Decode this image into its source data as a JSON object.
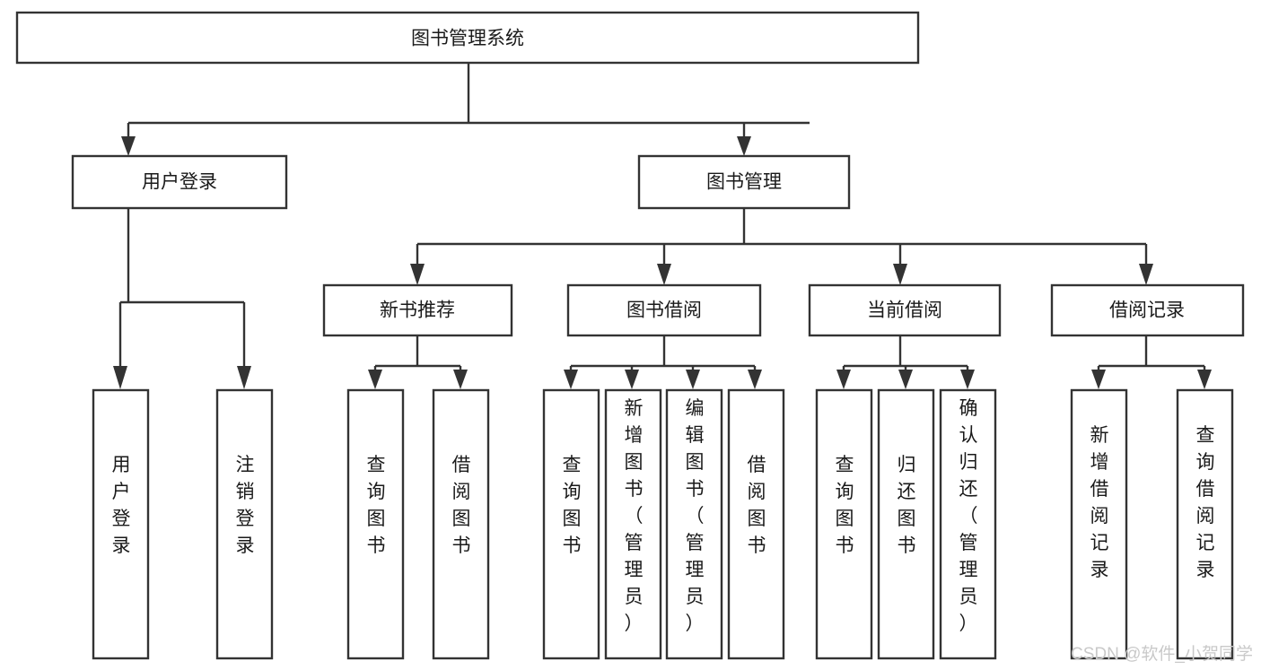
{
  "diagram": {
    "title": "图书管理系统",
    "type": "tree-hierarchy-chart",
    "root": {
      "id": "root",
      "label": "图书管理系统"
    },
    "level2": [
      {
        "id": "user-login",
        "label": "用户登录"
      },
      {
        "id": "book-manage",
        "label": "图书管理"
      }
    ],
    "level3": [
      {
        "id": "new-book-rec",
        "label": "新书推荐",
        "parent": "book-manage"
      },
      {
        "id": "book-borrow",
        "label": "图书借阅",
        "parent": "book-manage"
      },
      {
        "id": "current-borrow",
        "label": "当前借阅",
        "parent": "book-manage"
      },
      {
        "id": "borrow-record",
        "label": "借阅记录",
        "parent": "book-manage"
      }
    ],
    "leaves": [
      {
        "id": "leaf-user-login",
        "label": "用户登录",
        "parent": "user-login"
      },
      {
        "id": "leaf-user-logout",
        "label": "注销登录",
        "parent": "user-login"
      },
      {
        "id": "leaf-query-book-1",
        "label": "查询图书",
        "parent": "new-book-rec"
      },
      {
        "id": "leaf-borrow-book-1",
        "label": "借阅图书",
        "parent": "new-book-rec"
      },
      {
        "id": "leaf-query-book-2",
        "label": "查询图书",
        "parent": "book-borrow"
      },
      {
        "id": "leaf-add-book",
        "label": "新增图书（管理员）",
        "parent": "book-borrow"
      },
      {
        "id": "leaf-edit-book",
        "label": "编辑图书（管理员）",
        "parent": "book-borrow"
      },
      {
        "id": "leaf-borrow-book-2",
        "label": "借阅图书",
        "parent": "book-borrow"
      },
      {
        "id": "leaf-query-book-3",
        "label": "查询图书",
        "parent": "current-borrow"
      },
      {
        "id": "leaf-return-book",
        "label": "归还图书",
        "parent": "current-borrow"
      },
      {
        "id": "leaf-confirm-return",
        "label": "确认归还（管理员）",
        "parent": "current-borrow"
      },
      {
        "id": "leaf-add-record",
        "label": "新增借阅记录",
        "parent": "borrow-record"
      },
      {
        "id": "leaf-query-record",
        "label": "查询借阅记录",
        "parent": "borrow-record"
      }
    ]
  },
  "watermark": {
    "text": "CSDN @软件_小贺同学"
  },
  "colors": {
    "stroke": "#333333",
    "box_fill": "#ffffff",
    "text": "#1a1a1a",
    "background": "#ffffff",
    "watermark": "#c9c9c9"
  }
}
